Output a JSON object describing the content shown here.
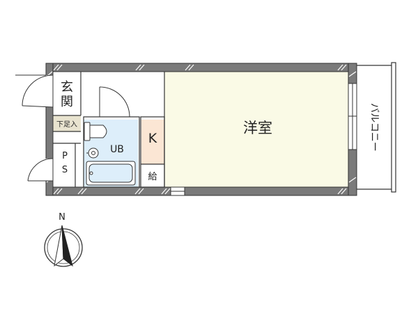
{
  "rooms": {
    "genkan": "玄\n関",
    "shoe_storage": "下足入",
    "ps": "P\nS",
    "unit_bath": "UB",
    "kitchen": "K",
    "water_heater": "給",
    "western_room": "洋室",
    "balcony": "バルコニー"
  },
  "compass": {
    "north_label": "N"
  },
  "colors": {
    "western_room_fill": "#fafae6",
    "bath_fill": "#ddeefa",
    "kitchen_fill": "#fbe6d4",
    "shoe_fill": "#e8e3cf",
    "wall": "#7a7a7a",
    "wall_outline": "#333333"
  },
  "icons": [
    "toilet-icon",
    "sink-icon",
    "bathtub-icon",
    "compass-icon"
  ]
}
